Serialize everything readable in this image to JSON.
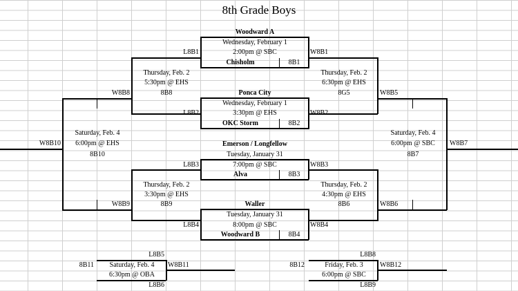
{
  "title": "8th Grade Boys",
  "center": {
    "g1": {
      "team_top": "Woodward A",
      "date": "Wednesday, February 1",
      "time": "2:00pm @ SBC",
      "team_bottom": "Chisholm",
      "game": "8B1",
      "loser": "L8B1",
      "winner": "W8B1"
    },
    "g2": {
      "team_top": "Ponca City",
      "date": "Wednesday, February 1",
      "time": "3:30pm @ EHS",
      "team_bottom": "OKC Storm",
      "game": "8B2",
      "loser": "L8B2",
      "winner": "W8B2"
    },
    "g3": {
      "team_top": "Emerson / Longfellow",
      "date": "Tuesday, January 31",
      "time": "7:00pm @ SBC",
      "team_bottom": "Alva",
      "game": "8B3",
      "loser": "L8B3",
      "winner": "W8B3"
    },
    "g4": {
      "team_top": "Waller",
      "date": "Tuesday, January 31",
      "time": "8:00pm @ SBC",
      "team_bottom": "Woodward B",
      "game": "8B4",
      "loser": "L8B4",
      "winner": "W8B4"
    }
  },
  "left": {
    "g8": {
      "date": "Thursday, Feb. 2",
      "time": "5:30pm @ EHS",
      "game": "8B8",
      "winner": "W8B8"
    },
    "g9": {
      "date": "Thursday, Feb. 2",
      "time": "3:30pm @ EHS",
      "game": "8B9",
      "winner": "W8B9"
    },
    "g10": {
      "date": "Saturday, Feb. 4",
      "time": "6:00pm @ EHS",
      "game": "8B10",
      "winner": "W8B10"
    }
  },
  "right": {
    "g5": {
      "date": "Thursday, Feb. 2",
      "time": "6:30pm @ EHS",
      "game": "8G5",
      "winner": "W8B5"
    },
    "g6": {
      "date": "Thursday, Feb. 2",
      "time": "4:30pm @ EHS",
      "game": "8B6",
      "winner": "W8B6"
    },
    "g7": {
      "date": "Saturday, Feb. 4",
      "time": "6:00pm @ SBC",
      "game": "8B7",
      "winner": "W8B7"
    }
  },
  "consolation": {
    "g11": {
      "top": "L8B5",
      "game": "8B11",
      "date": "Saturday, Feb. 4",
      "winner": "W8B11",
      "time": "6:30pm @ OBA",
      "bottom": "L8B6"
    },
    "g12": {
      "top": "L8B8",
      "game": "8B12",
      "date": "Friday, Feb. 3",
      "winner": "W8B12",
      "time": "6:00pm @ SBC",
      "bottom": "L8B9"
    }
  }
}
